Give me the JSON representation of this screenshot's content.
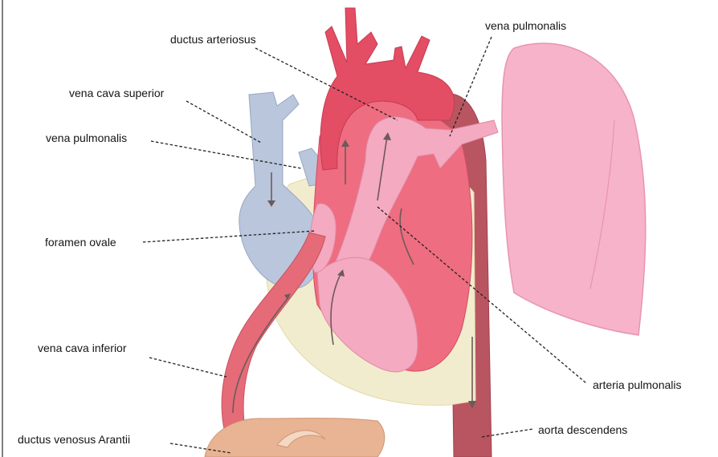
{
  "labels": {
    "ductus_arteriosus": "ductus arteriosus",
    "vena_cava_superior": "vena cava superior",
    "vena_pulmonalis_left": "vena pulmonalis",
    "foramen_ovale": "foramen ovale",
    "vena_cava_inferior": "vena cava inferior",
    "ductus_venosus": "ductus venosus Arantii",
    "vena_pulmonalis_right": "vena pulmonalis",
    "arteria_pulmonalis": "arteria pulmonalis",
    "aorta_descendens": "aorta descendens"
  },
  "colors": {
    "aorta": "#e34e64",
    "aorta_dark": "#c63a52",
    "heart_muscle": "#ee6d80",
    "pulmonary": "#f4aac0",
    "vena_cava": "#b9c6dc",
    "lung": "#f7b3ca",
    "pericardium": "#f2ecce",
    "liver": "#e8b493",
    "descending_aorta": "#b95560"
  }
}
